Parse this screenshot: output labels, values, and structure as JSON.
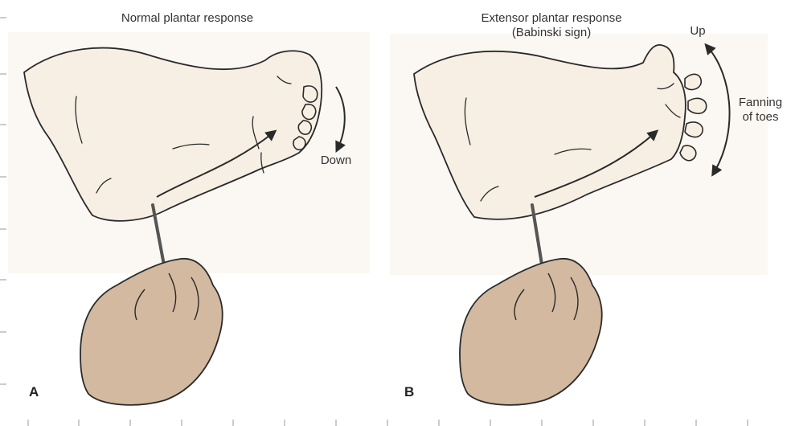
{
  "panels": [
    {
      "letter": "A",
      "title": "Normal plantar response",
      "direction_label": "Down"
    },
    {
      "letter": "B",
      "title_line1": "Extensor plantar response",
      "title_line2": "(Babinski sign)",
      "direction_label": "Up",
      "fanning_line1": "Fanning",
      "fanning_line2": "of toes"
    }
  ],
  "colors": {
    "skin_light": "#f8efe4",
    "skin_hand": "#d2b9a0",
    "outline": "#2a2a2a",
    "background_panel": "#faf6f0"
  }
}
